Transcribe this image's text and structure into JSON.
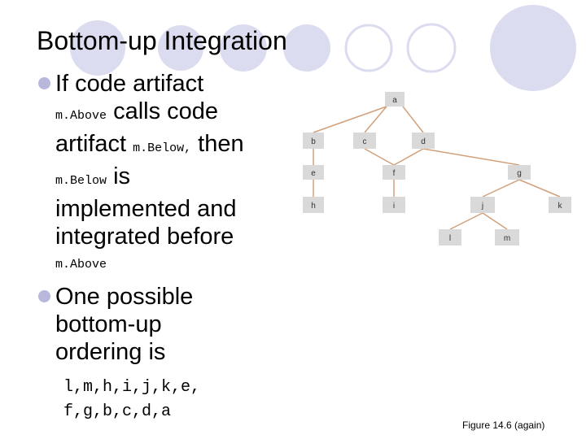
{
  "slide": {
    "title": "Bottom-up Integration",
    "bullets": [
      {
        "parts": [
          "If code artifact",
          "m.Above",
          "calls code",
          "artifact",
          "m.Below,",
          "then",
          "m.Below",
          "is",
          "implemented and",
          "integrated before",
          "m.Above"
        ]
      },
      {
        "text_lines": [
          "One possible",
          "bottom-up",
          "ordering is"
        ],
        "code_lines": [
          "l,m,h,i,j,k,e,",
          "f,g,b,c,d,a"
        ]
      }
    ],
    "caption": "Figure 14.6 (again)"
  },
  "tree": {
    "nodes": [
      "a",
      "b",
      "c",
      "d",
      "e",
      "f",
      "g",
      "h",
      "i",
      "j",
      "k",
      "l",
      "m"
    ],
    "box_color": "#d9d9d9",
    "line_color": "#d2a07a"
  },
  "decor": {
    "circle_color": "#dcdcf0"
  }
}
